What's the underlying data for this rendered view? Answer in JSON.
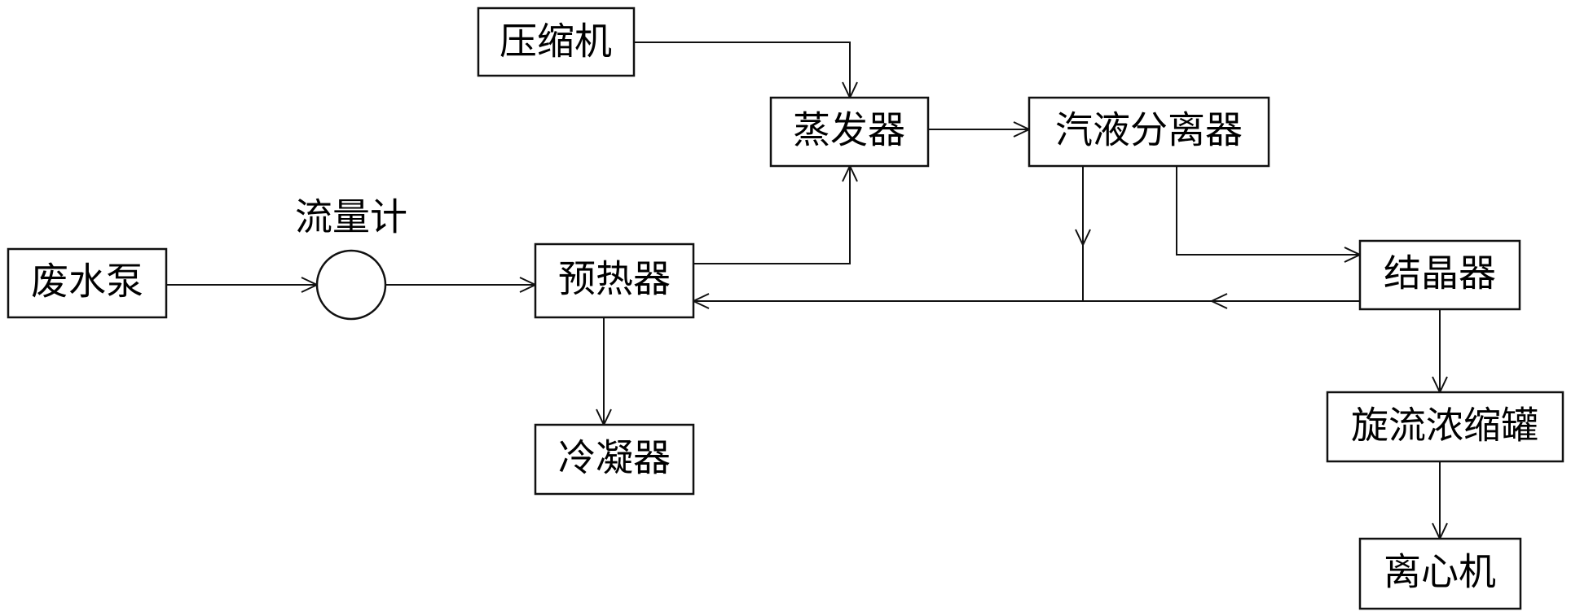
{
  "diagram": {
    "nodes": {
      "compressor": "压缩机",
      "evaporator": "蒸发器",
      "separator": "汽液分离器",
      "wastewater_pump": "废水泵",
      "flowmeter": "流量计",
      "preheater": "预热器",
      "crystallizer": "结晶器",
      "condenser": "冷凝器",
      "cyclone_tank": "旋流浓缩罐",
      "centrifuge": "离心机"
    },
    "edges": [
      {
        "from": "compressor",
        "to": "evaporator"
      },
      {
        "from": "evaporator",
        "to": "separator"
      },
      {
        "from": "wastewater_pump",
        "to": "flowmeter"
      },
      {
        "from": "flowmeter",
        "to": "preheater"
      },
      {
        "from": "preheater",
        "to": "evaporator"
      },
      {
        "from": "separator",
        "to": "preheater"
      },
      {
        "from": "separator",
        "to": "crystallizer"
      },
      {
        "from": "crystallizer",
        "to": "preheater"
      },
      {
        "from": "preheater",
        "to": "condenser"
      },
      {
        "from": "crystallizer",
        "to": "cyclone_tank"
      },
      {
        "from": "cyclone_tank",
        "to": "centrifuge"
      }
    ]
  }
}
